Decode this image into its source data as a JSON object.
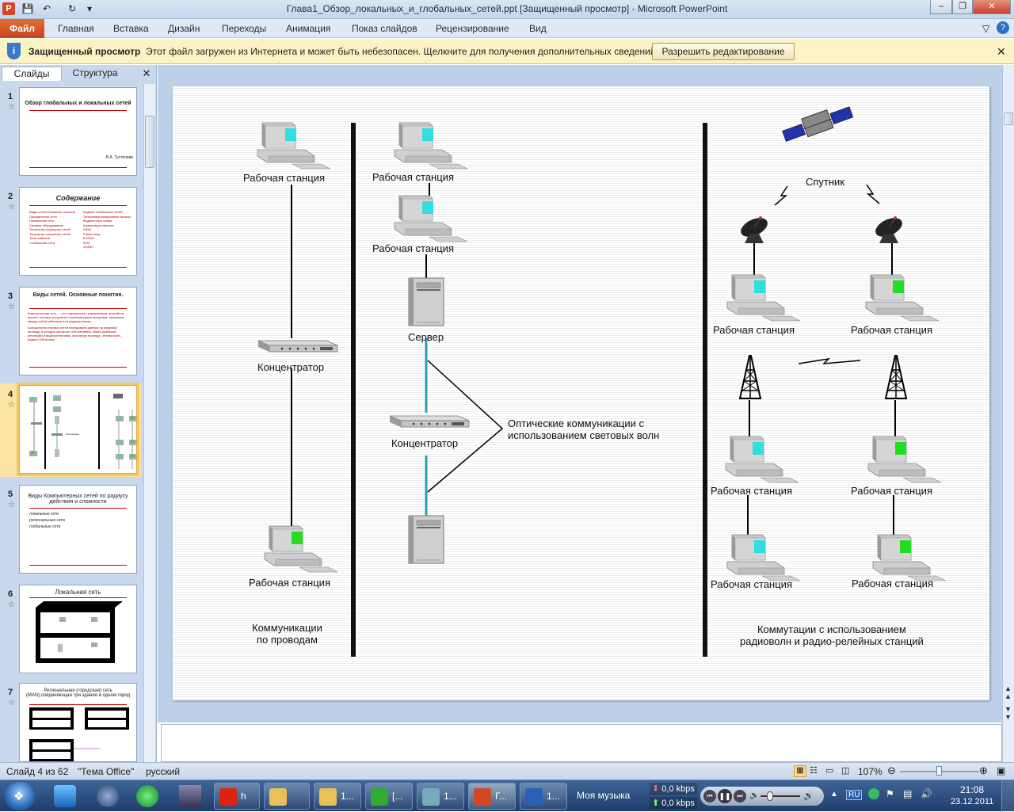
{
  "window": {
    "title": "Глава1_Обзор_локальных_и_глобальных_сетей.ppt [Защищенный просмотр] - Microsoft PowerPoint",
    "app_icon": "P"
  },
  "ribbon": {
    "file_label": "Файл",
    "tabs": [
      "Главная",
      "Вставка",
      "Дизайн",
      "Переходы",
      "Анимация",
      "Показ слайдов",
      "Рецензирование",
      "Вид"
    ]
  },
  "message_bar": {
    "title": "Защищенный просмотр",
    "text": "Этот файл загружен из Интернета и может быть небезопасен. Щелкните для получения дополнительных сведений.",
    "button": "Разрешить редактирование"
  },
  "left_panel": {
    "tabs": [
      "Слайды",
      "Структура"
    ],
    "thumbnails": [
      {
        "num": "1",
        "title": "Обзор глобальных и локальных сетей",
        "footer": "В.А. Тустелева"
      },
      {
        "num": "2",
        "title": "Содержание",
        "items": [
          "Виды сетей.Основные понятия",
          "Определение сети",
          "Назначение сети",
          "Сетевое оборудование",
          "Топологии локальных сетей",
          "Топологии локальных сетей",
          "Типы кабелей",
          "Глобальные сети",
          "Модели Глобальных сетей",
          "Телекоммуникационные каналы",
          "Выделенные линии",
          "Коммутация пакетов",
          "ISDN",
          "Frame relay",
          "B-ISDN",
          "ATM",
          "SONET"
        ]
      },
      {
        "num": "3",
        "title": "Виды сетей. Основные понятия.",
        "items": [
          "Компьютерная сеть — это совокупность компьютеров, устройств печати, сетевых устройств и компьютерных программ, связанных между собой кабелями или радиоволнами.",
          "Большинство первых сетей передавали данные по медному проводу, в сегодня они могут обеспечивать обмен данными, речевыми и видеосигналами, используя провода, оптоволокно, радио и ИК-волны"
        ]
      },
      {
        "num": "4",
        "title": ""
      },
      {
        "num": "5",
        "title": "Виды Компьютерных сетей по радиусу действия и сложности",
        "items": [
          "локальные сети",
          "региональные сети",
          "глобальные сети"
        ]
      },
      {
        "num": "6",
        "title": "Локальная сеть"
      },
      {
        "num": "7",
        "title": "Региональная (городская) сеть (MAN),соединяющая три здания в одном город"
      }
    ]
  },
  "slide": {
    "wired": {
      "top_station": "Рабочая станция",
      "hub": "Концентратор",
      "bottom_station": "Рабочая станция",
      "caption": "Коммуникации\nпо проводам"
    },
    "optical": {
      "station_1": "Рабочая станция",
      "station_2": "Рабочая станция",
      "server": "Сервер",
      "hub": "Концентратор",
      "annotation": "Оптические коммуникации с\nиспользованием световых волн"
    },
    "radio": {
      "satellite": "Спутник",
      "stations": [
        "Рабочая станция",
        "Рабочая станция",
        "Рабочая станция",
        "Рабочая станция",
        "Рабочая станция",
        "Рабочая станция"
      ],
      "caption": "Коммутации с использованием\nрадиоволн и радио-релейных станций"
    }
  },
  "statusbar": {
    "slide_info": "Слайд 4 из 62",
    "theme": "\"Тема Office\"",
    "language": "русский",
    "zoom": "107%"
  },
  "taskbar": {
    "buttons": [
      {
        "label": "",
        "icon": "opera-icon"
      },
      {
        "label": "h",
        "icon": "opera"
      },
      {
        "label": "",
        "icon": "folder"
      },
      {
        "label": "1...",
        "icon": "folder"
      },
      {
        "label": "[...",
        "icon": "app"
      },
      {
        "label": "1...",
        "icon": "image"
      },
      {
        "label": "Г...",
        "icon": "powerpoint"
      },
      {
        "label": "1...",
        "icon": "word"
      }
    ],
    "music_label": "Моя музыка",
    "net_down": "0,0 kbps",
    "net_up": "0,0 kbps",
    "lang": "RU",
    "time": "21:08",
    "date": "23.12.2011"
  },
  "colors": {
    "screen_cyan": "#33dddd",
    "screen_green": "#22dd22",
    "fiber": "#2aa0a8",
    "accent_red": "#c00000",
    "file_tab": "#d24726"
  }
}
